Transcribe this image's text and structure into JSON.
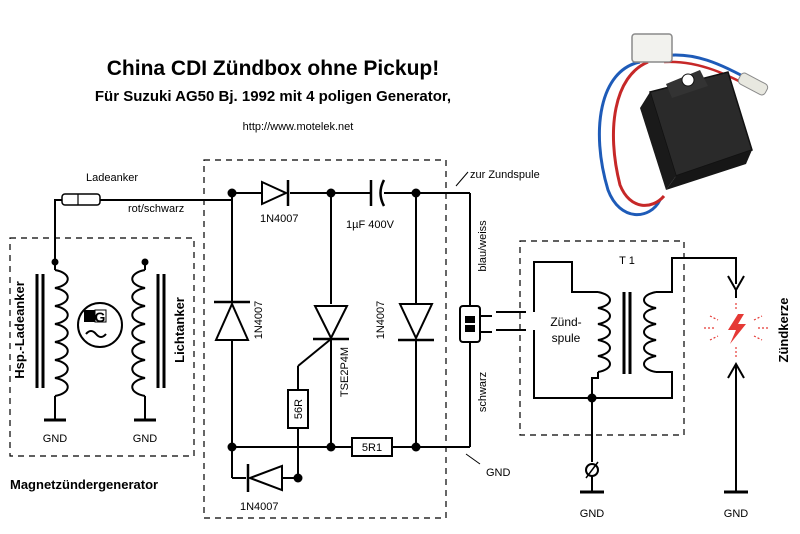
{
  "header": {
    "title": "China CDI Zündbox ohne Pickup!",
    "subtitle": "Für Suzuki AG50 Bj. 1992 mit 4 poligen Generator,",
    "url": "http://www.motelek.net"
  },
  "generator": {
    "section_label": "Magnetzündergenerator",
    "coil_left": "Hsp.-Ladeanker",
    "coil_right": "Lichtanker",
    "symbol": "G",
    "gnd_left": "GND",
    "gnd_right": "GND",
    "ladeanker": "Ladeanker",
    "wire_in": "rot/schwarz"
  },
  "cdi": {
    "d_top": "1N4007",
    "cap": "1µF 400V",
    "d_left": "1N4007",
    "thyristor": "TSE2P4M",
    "d_right": "1N4007",
    "resistor_gate": "56R",
    "resistor_bottom": "5R1",
    "d_bottom": "1N4007"
  },
  "output": {
    "zur": "zur Zundspule",
    "blau": "blau/weiss",
    "schwarz": "schwarz",
    "gnd": "GND"
  },
  "ignition": {
    "t1": "T 1",
    "zund": "Zünd-",
    "spule": "spule",
    "zundkerze": "Zündkerze",
    "gnd_coil": "GND",
    "gnd_plug": "GND"
  },
  "colors": {
    "module_body": "#2a2a2a",
    "wire_red": "#c62828",
    "wire_blue": "#1e5bb8",
    "spark": "#e53935",
    "connector": "#f2f2ee"
  },
  "icons": [
    "generator-icon",
    "spark-icon",
    "connector-icon",
    "ground-icon"
  ]
}
